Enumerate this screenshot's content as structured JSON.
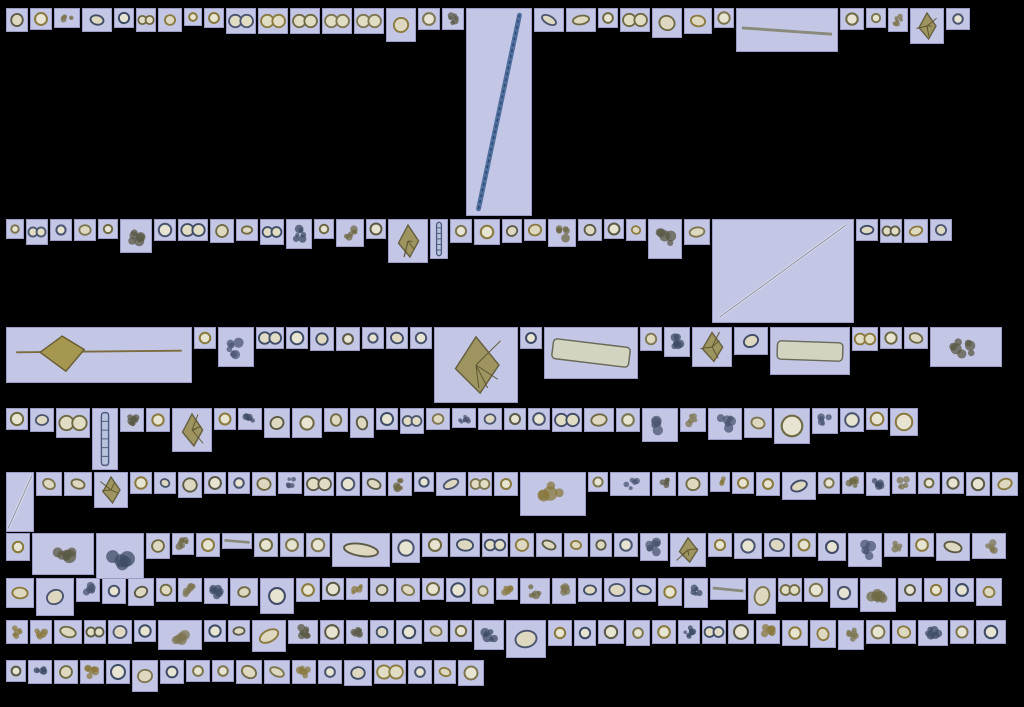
{
  "image": {
    "kind": "plankton-imaging-flow-cytometer-mosaic",
    "background_color": "#000000",
    "tile_background_color": "#c4c6e6",
    "tile_edge_color": "#9c9cc6",
    "organism_colors": [
      "#5b5a46",
      "#6f6a44",
      "#8a7a3e",
      "#4b5570",
      "#7d7650",
      "#3f4c66"
    ],
    "tile_count": 272,
    "row_count": 10
  }
}
